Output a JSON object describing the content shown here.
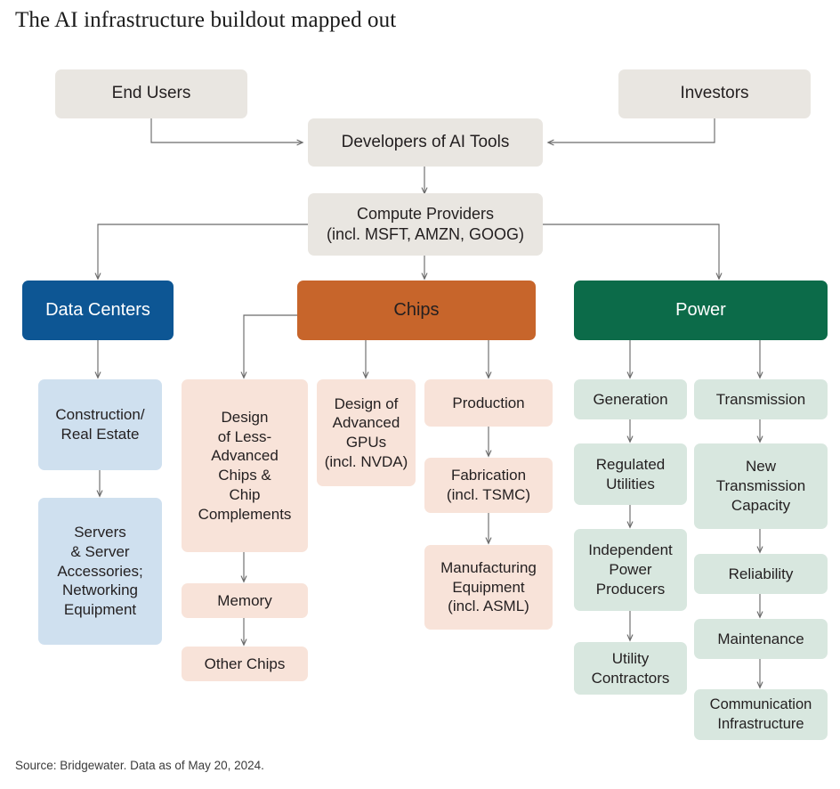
{
  "header": {
    "title": "The AI infrastructure buildout mapped out"
  },
  "footer": {
    "source": "Source: Bridgewater. Data as of May 20, 2024."
  },
  "colors": {
    "neutral_box": "#e9e6e1",
    "data_centers": "#0d5694",
    "chips": "#c7652b",
    "power": "#0c6b49",
    "data_centers_light": "#cfe0ef",
    "chips_light": "#f8e3d9",
    "power_light": "#d8e7df",
    "connector": "#6b6b6b",
    "text_dark": "#231f20",
    "text_light": "#ffffff"
  },
  "chart_data": {
    "type": "diagram",
    "title": "The AI infrastructure buildout mapped out",
    "subtitle": "",
    "nodes": [
      {
        "id": "end_users",
        "label": "End Users",
        "tier": "source",
        "color": "#e9e6e1"
      },
      {
        "id": "investors",
        "label": "Investors",
        "tier": "source",
        "color": "#e9e6e1"
      },
      {
        "id": "developers",
        "label": "Developers of AI Tools",
        "tier": "tier1",
        "color": "#e9e6e1"
      },
      {
        "id": "compute",
        "label": "Compute Providers\n(incl. MSFT, AMZN, GOOG)",
        "tier": "tier2",
        "color": "#e9e6e1"
      },
      {
        "id": "data_centers",
        "label": "Data Centers",
        "tier": "category",
        "color": "#0d5694"
      },
      {
        "id": "chips",
        "label": "Chips",
        "tier": "category",
        "color": "#c7652b"
      },
      {
        "id": "power",
        "label": "Power",
        "tier": "category",
        "color": "#0c6b49"
      },
      {
        "id": "construction",
        "label": "Construction/\nReal Estate",
        "tier": "leaf",
        "color": "#cfe0ef"
      },
      {
        "id": "servers",
        "label": "Servers\n& Server\nAccessories;\nNetworking\nEquipment",
        "tier": "leaf",
        "color": "#cfe0ef"
      },
      {
        "id": "design_less",
        "label": "Design\nof Less-\nAdvanced\nChips &\nChip\nComplements",
        "tier": "leaf",
        "color": "#f8e3d9"
      },
      {
        "id": "memory",
        "label": "Memory",
        "tier": "leaf",
        "color": "#f8e3d9"
      },
      {
        "id": "other_chips",
        "label": "Other Chips",
        "tier": "leaf",
        "color": "#f8e3d9"
      },
      {
        "id": "design_gpus",
        "label": "Design of\nAdvanced\nGPUs\n(incl. NVDA)",
        "tier": "leaf",
        "color": "#f8e3d9"
      },
      {
        "id": "production",
        "label": "Production",
        "tier": "leaf",
        "color": "#f8e3d9"
      },
      {
        "id": "fabrication",
        "label": "Fabrication\n(incl. TSMC)",
        "tier": "leaf",
        "color": "#f8e3d9"
      },
      {
        "id": "manufacturing",
        "label": "Manufacturing\nEquipment\n(incl. ASML)",
        "tier": "leaf",
        "color": "#f8e3d9"
      },
      {
        "id": "generation",
        "label": "Generation",
        "tier": "leaf",
        "color": "#d8e7df"
      },
      {
        "id": "regulated",
        "label": "Regulated\nUtilities",
        "tier": "leaf",
        "color": "#d8e7df"
      },
      {
        "id": "ipp",
        "label": "Independent\nPower\nProducers",
        "tier": "leaf",
        "color": "#d8e7df"
      },
      {
        "id": "utility_contract",
        "label": "Utility\nContractors",
        "tier": "leaf",
        "color": "#d8e7df"
      },
      {
        "id": "transmission",
        "label": "Transmission",
        "tier": "leaf",
        "color": "#d8e7df"
      },
      {
        "id": "new_capacity",
        "label": "New\nTransmission\nCapacity",
        "tier": "leaf",
        "color": "#d8e7df"
      },
      {
        "id": "reliability",
        "label": "Reliability",
        "tier": "leaf",
        "color": "#d8e7df"
      },
      {
        "id": "maintenance",
        "label": "Maintenance",
        "tier": "leaf",
        "color": "#d8e7df"
      },
      {
        "id": "communication",
        "label": "Communication\nInfrastructure",
        "tier": "leaf",
        "color": "#d8e7df"
      }
    ],
    "edges": [
      {
        "from": "end_users",
        "to": "developers"
      },
      {
        "from": "investors",
        "to": "developers"
      },
      {
        "from": "developers",
        "to": "compute"
      },
      {
        "from": "compute",
        "to": "data_centers"
      },
      {
        "from": "compute",
        "to": "chips"
      },
      {
        "from": "compute",
        "to": "power"
      },
      {
        "from": "data_centers",
        "to": "construction"
      },
      {
        "from": "construction",
        "to": "servers"
      },
      {
        "from": "chips",
        "to": "design_less"
      },
      {
        "from": "chips",
        "to": "design_gpus"
      },
      {
        "from": "chips",
        "to": "production"
      },
      {
        "from": "design_less",
        "to": "memory"
      },
      {
        "from": "memory",
        "to": "other_chips"
      },
      {
        "from": "production",
        "to": "fabrication"
      },
      {
        "from": "fabrication",
        "to": "manufacturing"
      },
      {
        "from": "power",
        "to": "generation"
      },
      {
        "from": "power",
        "to": "transmission"
      },
      {
        "from": "generation",
        "to": "regulated"
      },
      {
        "from": "regulated",
        "to": "ipp"
      },
      {
        "from": "ipp",
        "to": "utility_contract"
      },
      {
        "from": "transmission",
        "to": "new_capacity"
      },
      {
        "from": "new_capacity",
        "to": "reliability"
      },
      {
        "from": "reliability",
        "to": "maintenance"
      },
      {
        "from": "maintenance",
        "to": "communication"
      }
    ]
  },
  "nodes": {
    "end_users": {
      "label": "End Users"
    },
    "investors": {
      "label": "Investors"
    },
    "developers": {
      "label": "Developers of AI Tools"
    },
    "compute": {
      "label": "Compute Providers\n(incl. MSFT, AMZN, GOOG)"
    },
    "data_centers": {
      "label": "Data Centers"
    },
    "chips": {
      "label": "Chips"
    },
    "power": {
      "label": "Power"
    },
    "construction": {
      "label": "Construction/\nReal Estate"
    },
    "servers": {
      "label": "Servers\n& Server\nAccessories;\nNetworking\nEquipment"
    },
    "design_less": {
      "label": "Design\nof Less-\nAdvanced\nChips &\nChip\nComplements"
    },
    "memory": {
      "label": "Memory"
    },
    "other_chips": {
      "label": "Other Chips"
    },
    "design_gpus": {
      "label": "Design of\nAdvanced\nGPUs\n(incl. NVDA)"
    },
    "production": {
      "label": "Production"
    },
    "fabrication": {
      "label": "Fabrication\n(incl. TSMC)"
    },
    "manufacturing": {
      "label": "Manufacturing\nEquipment\n(incl. ASML)"
    },
    "generation": {
      "label": "Generation"
    },
    "regulated": {
      "label": "Regulated\nUtilities"
    },
    "ipp": {
      "label": "Independent\nPower\nProducers"
    },
    "utility_contract": {
      "label": "Utility\nContractors"
    },
    "transmission": {
      "label": "Transmission"
    },
    "new_capacity": {
      "label": "New\nTransmission\nCapacity"
    },
    "reliability": {
      "label": "Reliability"
    },
    "maintenance": {
      "label": "Maintenance"
    },
    "communication": {
      "label": "Communication\nInfrastructure"
    }
  }
}
